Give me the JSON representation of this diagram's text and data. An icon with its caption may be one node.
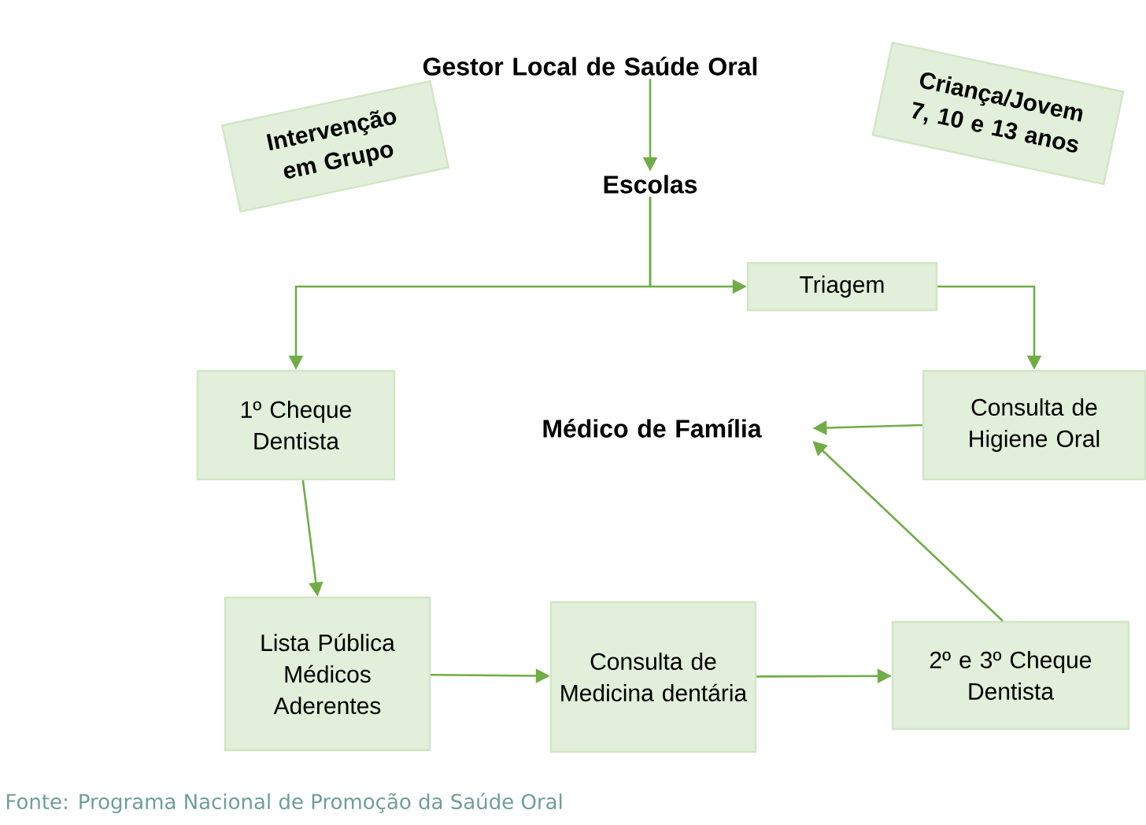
{
  "diagram": {
    "caption": "Fonte: Programa Nacional de Promoção da Saúde Oral",
    "nodes": [
      {
        "text": [
          "Gestor Local de Saúde Oral"
        ]
      },
      {
        "text": [
          "Intervenção em Grupo"
        ]
      },
      {
        "text": [
          "Criança/Jovem 7, 10 e 13 anos"
        ]
      },
      {
        "text": [
          "Escolas"
        ]
      },
      {
        "text": [
          "Triagem"
        ]
      },
      {
        "text": [
          "1º Cheque Dentista"
        ]
      },
      {
        "text": [
          "Médico de Família"
        ]
      },
      {
        "text": [
          "Consulta de Higiene Oral"
        ]
      },
      {
        "text": [
          "Lista Pública Médicos Aderentes"
        ]
      },
      {
        "text": [
          "Consulta de Medicina dentária"
        ]
      },
      {
        "text": [
          "2º e 3º Cheque Dentista"
        ]
      }
    ],
    "edges": [
      {
        "from": 0,
        "to": 3,
        "arrow": "to"
      },
      {
        "from": 3,
        "to": 5,
        "arrow": "to"
      },
      {
        "from": 3,
        "to": 4,
        "arrow": "to"
      },
      {
        "from": 4,
        "to": 7,
        "arrow": "to"
      },
      {
        "from": 5,
        "to": 8,
        "arrow": "to"
      },
      {
        "from": 7,
        "to": 6,
        "arrow": "to"
      },
      {
        "from": 8,
        "to": 9,
        "arrow": "to"
      },
      {
        "from": 9,
        "to": 10,
        "arrow": "to"
      },
      {
        "from": 10,
        "to": 6,
        "arrow": "to"
      }
    ]
  }
}
